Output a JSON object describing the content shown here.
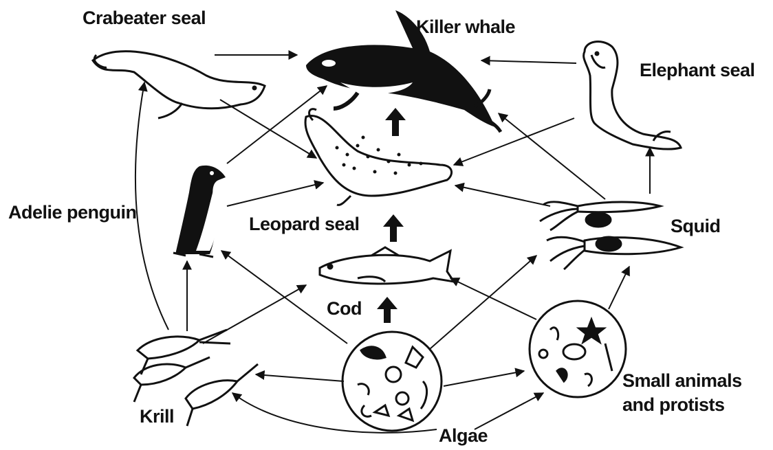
{
  "labels": {
    "crabeater_seal": "Crabeater seal",
    "killer_whale": "Killer whale",
    "elephant_seal": "Elephant seal",
    "adelie_penguin": "Adelie penguin",
    "leopard_seal": "Leopard seal",
    "squid": "Squid",
    "cod": "Cod",
    "krill": "Krill",
    "small_animals_line1": "Small animals",
    "small_animals_line2": "and protists",
    "algae": "Algae"
  },
  "colors": {
    "ink": "#111111",
    "background": "#ffffff"
  }
}
